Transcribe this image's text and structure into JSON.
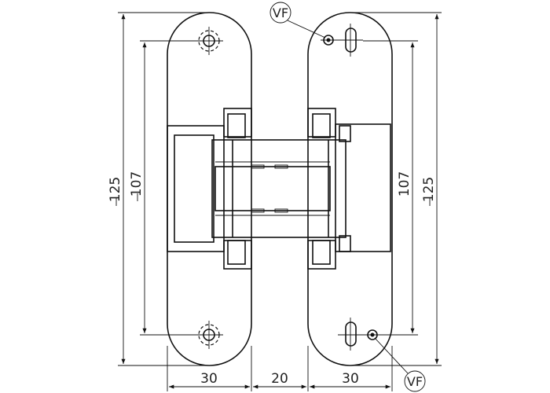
{
  "dimensions": {
    "left_height": "125",
    "left_hole_spacing": "107",
    "right_hole_spacing": "107",
    "right_height": "125",
    "bottom_left_width": "30",
    "bottom_gap": "20",
    "bottom_right_width": "30"
  },
  "callouts": {
    "top": "VF",
    "bottom": "VF"
  },
  "colors": {
    "line": "#111111",
    "background": "#ffffff"
  }
}
